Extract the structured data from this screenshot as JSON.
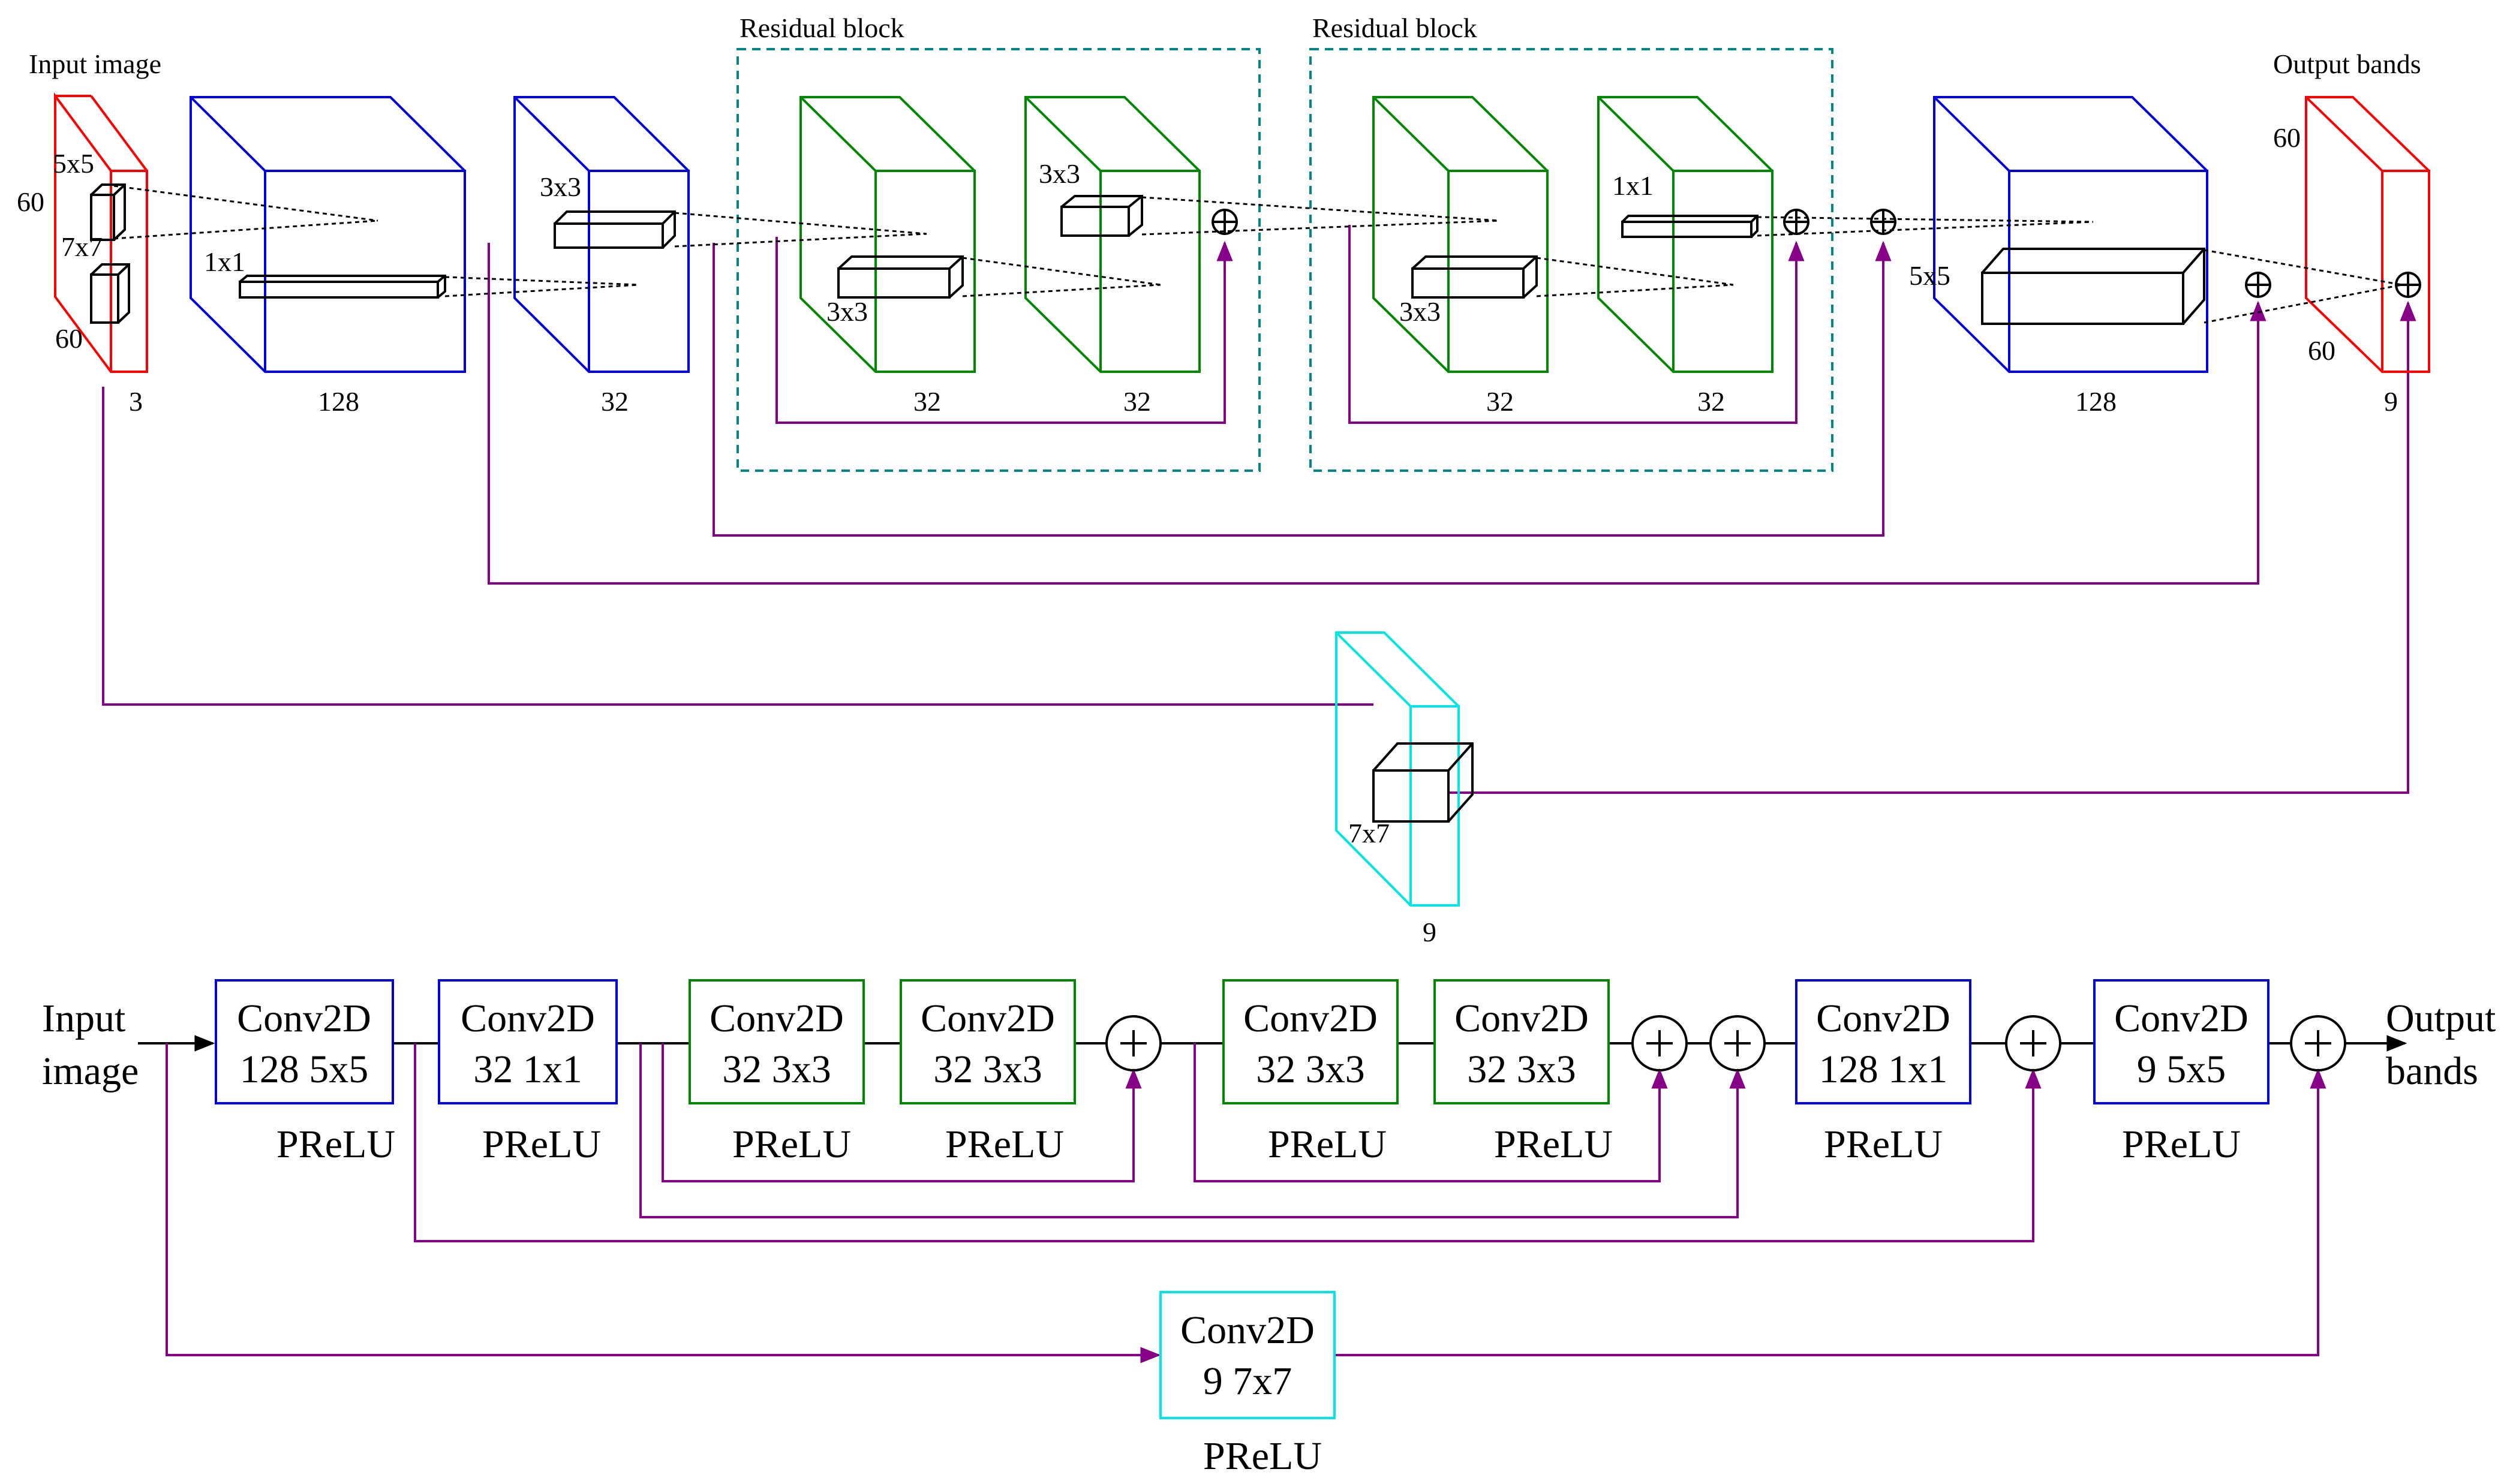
{
  "colors": {
    "input": "#ff0000",
    "conv_blue": "#0000dd",
    "residual_green": "#008800",
    "skip_cyan": "#00e5e5",
    "skip_line": "#880088",
    "block_border": "#008888"
  },
  "top": {
    "input_title": "Input image",
    "input_kernel_5": "5x5",
    "input_kernel_7": "7x7",
    "input_h": "60",
    "input_w": "60",
    "input_depth": "3",
    "conv1_kernel": "1x1",
    "conv1_depth": "128",
    "conv2_kernel": "3x3",
    "conv2_depth": "32",
    "res1_title": "Residual block",
    "res1_a_kernel": "3x3",
    "res1_a_depth": "32",
    "res1_b_kernel": "3x3",
    "res1_b_depth": "32",
    "res2_title": "Residual block",
    "res2_a_kernel": "3x3",
    "res2_a_depth": "32",
    "res2_b_kernel": "1x1",
    "res2_b_depth": "32",
    "conv3_kernel": "5x5",
    "conv3_depth": "128",
    "output_title": "Output bands",
    "output_h": "60",
    "output_w": "60",
    "output_depth": "9",
    "skip_kernel": "7x7",
    "skip_depth": "9"
  },
  "bottom": {
    "input_label_1": "Input",
    "input_label_2": "image",
    "output_label_1": "Output",
    "output_label_2": "bands",
    "plus": "+",
    "blocks": [
      {
        "line1": "Conv2D",
        "line2": "128 5x5",
        "act": "PReLU"
      },
      {
        "line1": "Conv2D",
        "line2": "32 1x1",
        "act": "PReLU"
      },
      {
        "line1": "Conv2D",
        "line2": "32 3x3",
        "act": "PReLU"
      },
      {
        "line1": "Conv2D",
        "line2": "32 3x3",
        "act": "PReLU"
      },
      {
        "line1": "Conv2D",
        "line2": "32 3x3",
        "act": "PReLU"
      },
      {
        "line1": "Conv2D",
        "line2": "32 3x3",
        "act": "PReLU"
      },
      {
        "line1": "Conv2D",
        "line2": "128 1x1",
        "act": "PReLU"
      },
      {
        "line1": "Conv2D",
        "line2": "9 5x5",
        "act": "PReLU"
      }
    ],
    "skip_block": {
      "line1": "Conv2D",
      "line2": "9 7x7",
      "act": "PReLU"
    }
  }
}
